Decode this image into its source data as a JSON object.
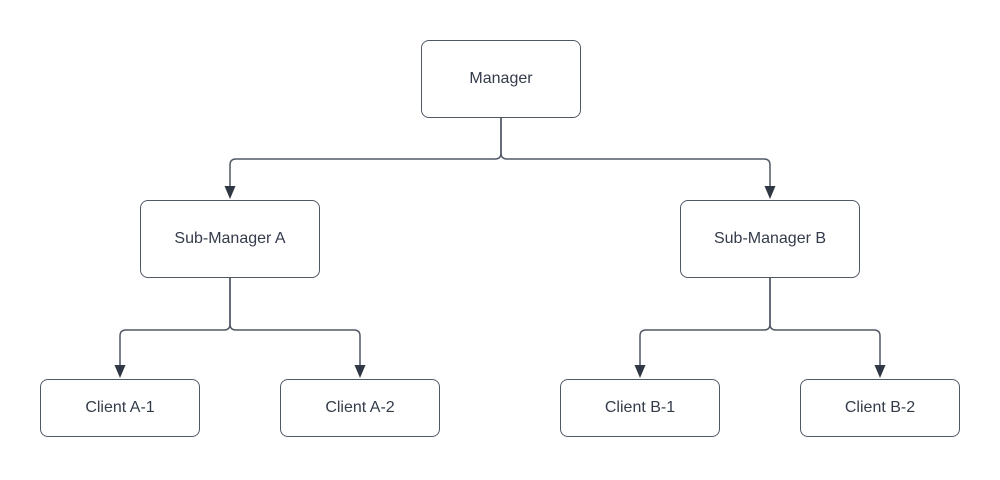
{
  "diagram": {
    "type": "org-chart",
    "nodes": [
      {
        "id": "manager",
        "label": "Manager",
        "level": 0
      },
      {
        "id": "sub-manager-a",
        "label": "Sub-Manager A",
        "level": 1
      },
      {
        "id": "sub-manager-b",
        "label": "Sub-Manager B",
        "level": 1
      },
      {
        "id": "client-a1",
        "label": "Client A-1",
        "level": 2
      },
      {
        "id": "client-a2",
        "label": "Client A-2",
        "level": 2
      },
      {
        "id": "client-b1",
        "label": "Client B-1",
        "level": 2
      },
      {
        "id": "client-b2",
        "label": "Client B-2",
        "level": 2
      }
    ],
    "edges": [
      {
        "from": "manager",
        "to": "sub-manager-a",
        "arrow": "filled-triangle"
      },
      {
        "from": "manager",
        "to": "sub-manager-b",
        "arrow": "filled-triangle"
      },
      {
        "from": "sub-manager-a",
        "to": "client-a1",
        "arrow": "filled-triangle"
      },
      {
        "from": "sub-manager-a",
        "to": "client-a2",
        "arrow": "filled-triangle"
      },
      {
        "from": "sub-manager-b",
        "to": "client-b1",
        "arrow": "filled-triangle"
      },
      {
        "from": "sub-manager-b",
        "to": "client-b2",
        "arrow": "filled-triangle"
      }
    ],
    "colors": {
      "background": "#ffffff",
      "node_fill": "#ffffff",
      "node_border": "#505866",
      "connector": "#505866",
      "arrowhead": "#2f3744",
      "text": "#343b4a"
    }
  }
}
